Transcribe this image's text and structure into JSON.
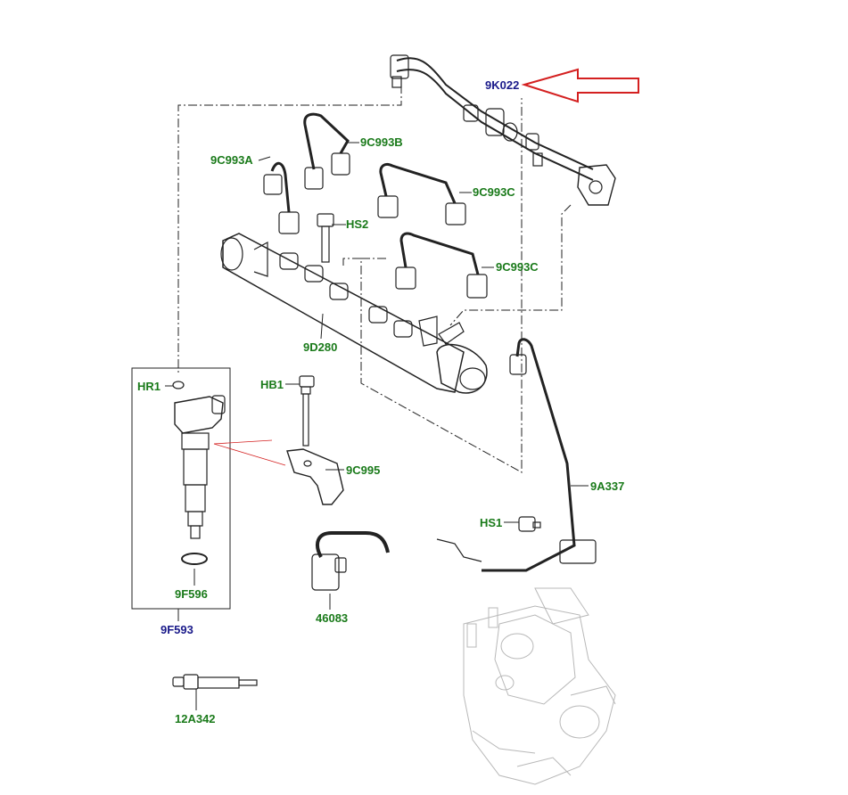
{
  "labels": {
    "k9K022": "9K022",
    "k9C993B": "9C993B",
    "k9C993A": "9C993A",
    "k9C993C_top": "9C993C",
    "kHS2": "HS2",
    "k9C993C_bottom": "9C993C",
    "k9D280": "9D280",
    "kHR1": "HR1",
    "kHB1": "HB1",
    "k9C995": "9C995",
    "k9A337": "9A337",
    "kHS1": "HS1",
    "k9F596": "9F596",
    "k46083": "46083",
    "k9F593": "9F593",
    "k12A342": "12A342"
  },
  "colors": {
    "part_label": "#1a7a1a",
    "assembly_label": "#1a1a8a",
    "callout_arrow": "#d42020",
    "line_art": "#222222",
    "ghost_pump": "#b8b8b8"
  }
}
